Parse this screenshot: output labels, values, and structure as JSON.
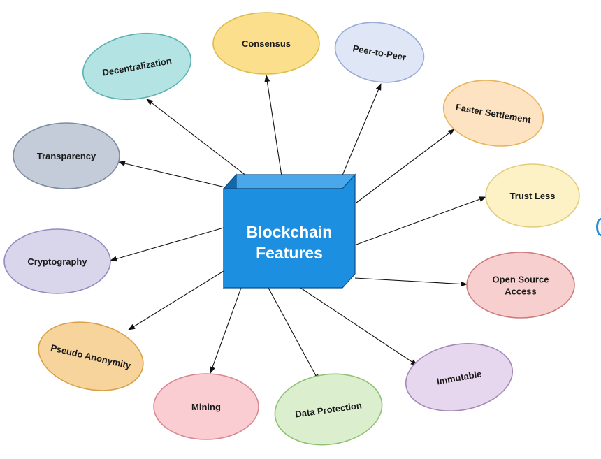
{
  "center": {
    "line1": "Blockchain",
    "line2": "Features",
    "front_color": "#1d8fe0",
    "top_color": "#4aa8ea",
    "side_color": "#1467a8",
    "stroke_color": "#0b4d87"
  },
  "features": [
    {
      "id": "consensus",
      "lines": [
        "Consensus"
      ],
      "fill": "#fbdf8c",
      "stroke": "#dcbc4a"
    },
    {
      "id": "peer-to-peer",
      "lines": [
        "Peer-to-Peer"
      ],
      "fill": "#dfe6f6",
      "stroke": "#9aaad6"
    },
    {
      "id": "faster-settlement",
      "lines": [
        "Faster Settlement"
      ],
      "fill": "#fde3c2",
      "stroke": "#e9b35c"
    },
    {
      "id": "trust-less",
      "lines": [
        "Trust Less"
      ],
      "fill": "#fdf2c6",
      "stroke": "#e2cd78"
    },
    {
      "id": "open-source-access",
      "lines": [
        "Open Source",
        "Access"
      ],
      "fill": "#f7cfcf",
      "stroke": "#cc7c7c"
    },
    {
      "id": "immutable",
      "lines": [
        "Immutable"
      ],
      "fill": "#e6d6ee",
      "stroke": "#a48ab8"
    },
    {
      "id": "data-protection",
      "lines": [
        "Data Protection"
      ],
      "fill": "#dbefcf",
      "stroke": "#8fc273"
    },
    {
      "id": "mining",
      "lines": [
        "Mining"
      ],
      "fill": "#f9cdd1",
      "stroke": "#d98891"
    },
    {
      "id": "pseudo-anonymity",
      "lines": [
        "Pseudo Anonymity"
      ],
      "fill": "#f8d49d",
      "stroke": "#d9a048"
    },
    {
      "id": "cryptography",
      "lines": [
        "Cryptography"
      ],
      "fill": "#d9d6ec",
      "stroke": "#928cc0"
    },
    {
      "id": "transparency",
      "lines": [
        "Transparency"
      ],
      "fill": "#c3ccd8",
      "stroke": "#7d8c9f"
    },
    {
      "id": "decentralization",
      "lines": [
        "Decentralization"
      ],
      "fill": "#b3e3e3",
      "stroke": "#5fb1b1"
    }
  ]
}
